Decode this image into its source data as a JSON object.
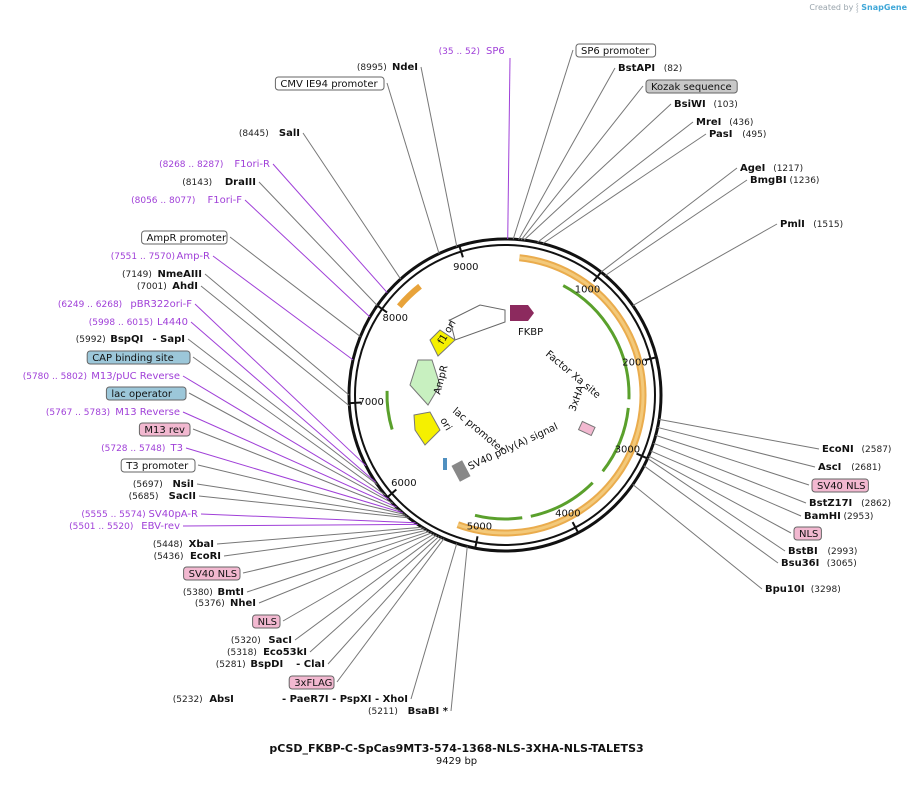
{
  "brand": {
    "prefix": "Created by",
    "name": "SnapGene"
  },
  "plasmid": {
    "name": "pCSD_FKBP-C-SpCas9MT3-574-1368-NLS-3XHA-NLS-TALETS3",
    "length_label": "9429 bp",
    "length": 9429
  },
  "colors": {
    "backbone": "#111111",
    "orf": "#e8a33a",
    "orf_fill": "#f3c97a",
    "arrow": "#5aa02c",
    "primer": "#a040d8",
    "feature_box_pink": "#f2b8d0",
    "feature_box_blue": "#9cc7d9",
    "feature_box_gray": "#c8c8c8",
    "promoter_yellow": "#f5f000",
    "ampr_green": "#c8f0c0",
    "fkbp_purple": "#8c2a5e"
  },
  "ticks": [
    "1000",
    "2000",
    "3000",
    "4000",
    "5000",
    "6000",
    "7000",
    "8000",
    "9000"
  ],
  "left_labels": [
    {
      "kind": "site",
      "pos": "(8995)",
      "name": "NdeI"
    },
    {
      "kind": "box",
      "label": "CMV IE94 promoter",
      "color": "white"
    },
    {
      "kind": "site",
      "pos": "(8445)",
      "name": "SalI"
    },
    {
      "kind": "primer",
      "pos": "(8268 .. 8287)",
      "name": "F1ori-R"
    },
    {
      "kind": "site",
      "pos": "(8143)",
      "name": "DraIII"
    },
    {
      "kind": "primer",
      "pos": "(8056 .. 8077)",
      "name": "F1ori-F"
    },
    {
      "kind": "box",
      "label": "AmpR promoter",
      "color": "white"
    },
    {
      "kind": "primer",
      "pos": "(7551 .. 7570)",
      "name": "Amp-R"
    },
    {
      "kind": "site",
      "pos": "(7149)",
      "name": "NmeAIII"
    },
    {
      "kind": "site",
      "pos": "(7001)",
      "name": "AhdI"
    },
    {
      "kind": "primer",
      "pos": "(6249 .. 6268)",
      "name": "pBR322ori-F"
    },
    {
      "kind": "primer",
      "pos": "(5998 .. 6015)",
      "name": "L4440"
    },
    {
      "kind": "site",
      "pos": "(5992)",
      "name": "BspQI",
      "extra": "- SapI"
    },
    {
      "kind": "box",
      "label": "CAP binding site",
      "color": "blue"
    },
    {
      "kind": "primer",
      "pos": "(5780 .. 5802)",
      "name": "M13/pUC Reverse"
    },
    {
      "kind": "box",
      "label": "lac operator",
      "color": "blue"
    },
    {
      "kind": "primer",
      "pos": "(5767 .. 5783)",
      "name": "M13 Reverse"
    },
    {
      "kind": "box",
      "label": "M13 rev",
      "color": "pink"
    },
    {
      "kind": "primer",
      "pos": "(5728 .. 5748)",
      "name": "T3"
    },
    {
      "kind": "box",
      "label": "T3 promoter",
      "color": "white"
    },
    {
      "kind": "site",
      "pos": "(5697)",
      "name": "NsiI"
    },
    {
      "kind": "site",
      "pos": "(5685)",
      "name": "SacII"
    },
    {
      "kind": "primer",
      "pos": "(5555 .. 5574)",
      "name": "SV40pA-R"
    },
    {
      "kind": "primer",
      "pos": "(5501 .. 5520)",
      "name": "EBV-rev"
    },
    {
      "kind": "site",
      "pos": "(5448)",
      "name": "XbaI"
    },
    {
      "kind": "site",
      "pos": "(5436)",
      "name": "EcoRI"
    },
    {
      "kind": "box",
      "label": "SV40 NLS",
      "color": "pink"
    },
    {
      "kind": "site",
      "pos": "(5380)",
      "name": "BmtI"
    },
    {
      "kind": "site",
      "pos": "(5376)",
      "name": "NheI"
    },
    {
      "kind": "box",
      "label": "NLS",
      "color": "pink"
    },
    {
      "kind": "site",
      "pos": "(5320)",
      "name": "SacI"
    },
    {
      "kind": "site",
      "pos": "(5318)",
      "name": "Eco53kI"
    },
    {
      "kind": "site",
      "pos": "(5281)",
      "name": "BspDI",
      "extra": "- ClaI"
    },
    {
      "kind": "box",
      "label": "3xFLAG",
      "color": "pink"
    },
    {
      "kind": "site",
      "pos": "(5232)",
      "name": "AbsI",
      "extra": "- PaeR7I   - PspXI   - XhoI"
    },
    {
      "kind": "site",
      "pos": "(5211)",
      "name": "BsaBI *"
    }
  ],
  "top_labels": [
    {
      "kind": "primer",
      "pos": "(35 .. 52)",
      "name": "SP6"
    },
    {
      "kind": "box",
      "label": "SP6 promoter",
      "color": "white"
    },
    {
      "kind": "site",
      "name": "BstAPI",
      "pos": "(82)"
    },
    {
      "kind": "box",
      "label": "Kozak sequence",
      "color": "gray"
    },
    {
      "kind": "site",
      "name": "BsiWI",
      "pos": "(103)"
    },
    {
      "kind": "site",
      "name": "MreI",
      "pos": "(436)"
    },
    {
      "kind": "site",
      "name": "PasI",
      "pos": "(495)"
    },
    {
      "kind": "site",
      "name": "AgeI",
      "pos": "(1217)"
    },
    {
      "kind": "site",
      "name": "BmgBI",
      "pos": "(1236)"
    },
    {
      "kind": "site",
      "name": "PmlI",
      "pos": "(1515)"
    }
  ],
  "right_labels": [
    {
      "kind": "site",
      "name": "EcoNI",
      "pos": "(2587)"
    },
    {
      "kind": "site",
      "name": "AscI",
      "pos": "(2681)"
    },
    {
      "kind": "box",
      "label": "SV40 NLS",
      "color": "pink"
    },
    {
      "kind": "site",
      "name": "BstZ17I",
      "pos": "(2862)"
    },
    {
      "kind": "site",
      "name": "BamHI",
      "pos": "(2953)"
    },
    {
      "kind": "box",
      "label": "NLS",
      "color": "pink"
    },
    {
      "kind": "site",
      "name": "BstBI",
      "pos": "(2993)"
    },
    {
      "kind": "site",
      "name": "Bsu36I",
      "pos": "(3065)"
    },
    {
      "kind": "site",
      "name": "Bpu10I",
      "pos": "(3298)"
    }
  ],
  "inner_labels": {
    "fkbp": "FKBP",
    "factor_xa": "Factor Xa site",
    "ha": "3xHA",
    "f1": "f1 ori",
    "ampr": "AmpR",
    "lac": "lac promoter",
    "ori": "ori",
    "sv40pa": "SV40 poly(A) signal"
  }
}
